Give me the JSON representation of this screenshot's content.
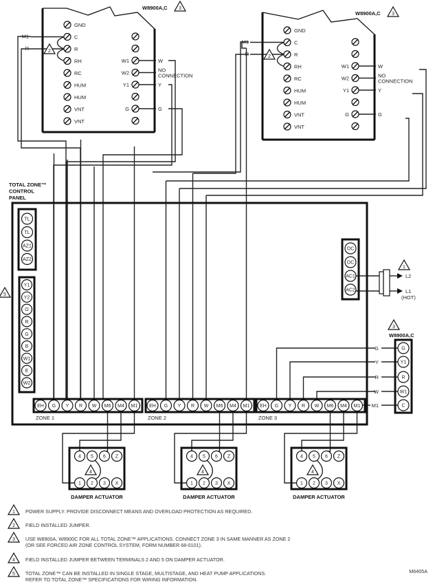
{
  "thermostats": [
    {
      "model": "W8900A,C",
      "note_ref": "3",
      "left_terminals": [
        "GND",
        "C",
        "R",
        "RH",
        "RC",
        "HUM",
        "HUM",
        "VNT",
        "VNT"
      ],
      "right_terminals": [
        "",
        "",
        "W1",
        "W2",
        "Y1",
        "",
        "G",
        ""
      ],
      "left_wires": [
        "M1",
        "R"
      ],
      "right_wires": [
        "W",
        "NO",
        "CONNECTION",
        "Y",
        "G"
      ],
      "jumper_note": "2"
    },
    {
      "model": "W8900A,C",
      "note_ref": "3",
      "left_terminals": [
        "GND",
        "C",
        "R",
        "RH",
        "RC",
        "HUM",
        "HUM",
        "VNT",
        "VNT"
      ],
      "right_terminals": [
        "",
        "",
        "W1",
        "W2",
        "Y1",
        "",
        "G",
        ""
      ],
      "left_wires": [
        "M1",
        "R"
      ],
      "right_wires": [
        "W",
        "NO",
        "CONNECTION",
        "Y",
        "G"
      ],
      "jumper_note": "2"
    }
  ],
  "panel": {
    "title_lines": [
      "TOTAL ZONE™",
      "CONTROL",
      "PANEL"
    ],
    "left_block_1": [
      "TL",
      "TL",
      "AZ1",
      "AZ2"
    ],
    "left_block_2": [
      "Y1",
      "Y2",
      "O",
      "R",
      "G",
      "B",
      "W1",
      "E",
      "W2"
    ],
    "left_block_note": "5",
    "power_block": [
      "OC",
      "OC",
      "AC1",
      "AC2"
    ],
    "power_note": "1",
    "power_lines": [
      "L2",
      "L1",
      "(HOT)"
    ],
    "zones": [
      {
        "label": "ZONE 1",
        "terminals": [
          "EH",
          "G",
          "Y",
          "R",
          "W",
          "M6",
          "M4",
          "M1"
        ]
      },
      {
        "label": "ZONE 2",
        "terminals": [
          "EH",
          "G",
          "Y",
          "R",
          "W",
          "M6",
          "M4",
          "M1"
        ]
      },
      {
        "label": "ZONE 3",
        "terminals": [
          "EH",
          "G",
          "Y",
          "R",
          "W",
          "M6",
          "M4",
          "M1"
        ]
      }
    ]
  },
  "zone3_thermostat": {
    "model": "W8900A,C",
    "note_ref": "3",
    "terminals": [
      "G",
      "Y1",
      "R",
      "W1",
      "C"
    ],
    "wire_labels": [
      "G",
      "Y",
      "R",
      "W",
      "M1"
    ]
  },
  "actuators": [
    {
      "label": "DAMPER ACTUATOR",
      "top": [
        "4",
        "5",
        "6",
        "Z"
      ],
      "bottom": [
        "1",
        "2",
        "3",
        "X"
      ],
      "note": "4"
    },
    {
      "label": "DAMPER ACTUATOR",
      "top": [
        "4",
        "5",
        "6",
        "Z"
      ],
      "bottom": [
        "1",
        "2",
        "3",
        "X"
      ],
      "note": "4"
    },
    {
      "label": "DAMPER ACTUATOR",
      "top": [
        "4",
        "5",
        "6",
        "Z"
      ],
      "bottom": [
        "1",
        "2",
        "3",
        "X"
      ],
      "note": "4"
    }
  ],
  "notes": [
    {
      "num": "1",
      "lines": [
        "POWER SUPPLY. PROVIDE DISCONNECT MEANS AND OVERLOAD PROTECTION AS REQUIRED."
      ]
    },
    {
      "num": "2",
      "lines": [
        "FIELD INSTALLED JUMPER."
      ]
    },
    {
      "num": "3",
      "lines": [
        "USE W8900A, W8900C FOR ALL TOTAL ZONE™ APPLICATIONS. CONNECT ZONE 3 IN SAME MANNER AS ZONE 2",
        "(OR SEE FORCED AIR ZONE CONTROL SYSTEM, FORM NUMBER 68-0101)."
      ]
    },
    {
      "num": "4",
      "lines": [
        "FIELD INSTALLED JUMPER BETWEEN TERMINALS 2 AND 5 ON DAMPER ACTUATOR."
      ]
    },
    {
      "num": "5",
      "lines": [
        "TOTAL ZONE™ CAN BE INSTALLED IN SINGLE STAGE, MULTISTAGE, AND HEAT PUMP APPLICATIONS.",
        "REFER TO TOTAL ZONE™ SPECIFICATIONS FOR WIRING INFORMATION."
      ]
    }
  ],
  "figure_id": "M6405A"
}
